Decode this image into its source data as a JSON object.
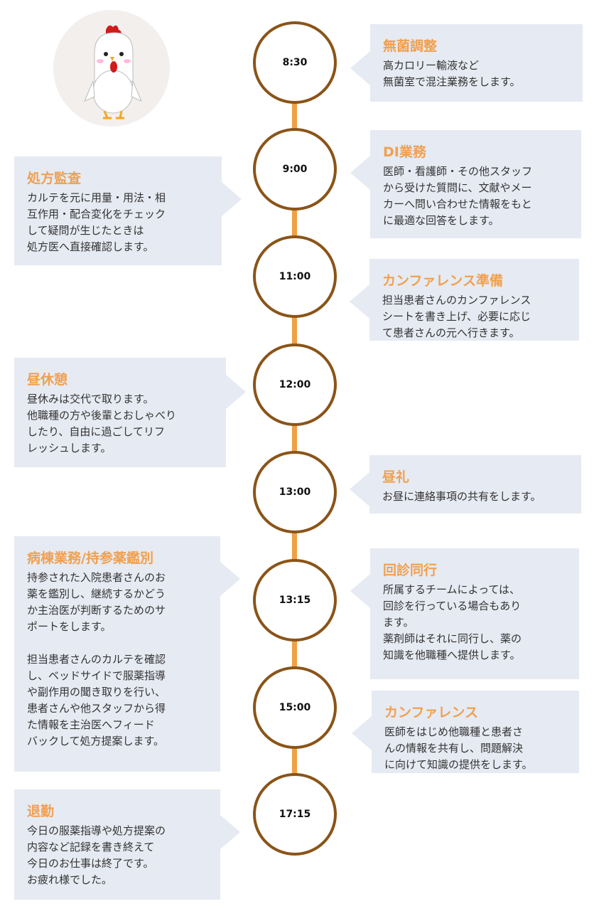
{
  "colors": {
    "accent": "#f0a050",
    "line": "#f0a045",
    "circle_border": "#8a5418",
    "box_bg": "#e6eaf2"
  },
  "mascot": "chicken-illustration",
  "items": [
    {
      "time": "8:30",
      "side": "right",
      "title": "無菌調整",
      "body": "高カロリー輸液など\n無菌室で混注業務をします。"
    },
    {
      "time": "9:00",
      "side": "right",
      "title": "DI業務",
      "body": "医師・看護師・その他スタッフ\nから受けた質問に、文献やメー\nカーへ問い合わせた情報をもと\nに最適な回答をします。"
    },
    {
      "time": "9:00",
      "side": "left",
      "title": "処方監査",
      "body": "カルテを元に用量・用法・相\n互作用・配合変化をチェック\nして疑問が生じたときは\n処方医へ直接確認します。"
    },
    {
      "time": "11:00",
      "side": "right",
      "title": "カンファレンス準備",
      "body": "担当患者さんのカンファレンス\nシートを書き上げ、必要に応じ\nて患者さんの元へ行きます。"
    },
    {
      "time": "12:00",
      "side": "left",
      "title": "昼休憩",
      "body": "昼休みは交代で取ります。\n他職種の方や後輩とおしゃべり\nしたり、自由に過ごしてリフ\nレッシュします。"
    },
    {
      "time": "13:00",
      "side": "right",
      "title": "昼礼",
      "body": "お昼に連絡事項の共有をします。"
    },
    {
      "time": "13:15",
      "side": "left",
      "title": "病棟業務/持参薬鑑別",
      "body": "持参された入院患者さんのお\n薬を鑑別し、継続するかどう\nか主治医が判断するためのサ\nポートをします。\n\n担当患者さんのカルテを確認\nし、ベッドサイドで服薬指導\nや副作用の聞き取りを行い、\n患者さんや他スタッフから得\nた情報を主治医へフィード\nバックして処方提案します。"
    },
    {
      "time": "13:15",
      "side": "right",
      "title": "回診同行",
      "body": "所属するチームによっては、\n回診を行っている場合もあり\nます。\n薬剤師はそれに同行し、薬の\n知識を他職種へ提供します。"
    },
    {
      "time": "15:00",
      "side": "right",
      "title": "カンファレンス",
      "body": "医師をはじめ他職種と患者さ\nんの情報を共有し、問題解決\nに向けて知識の提供をします。"
    },
    {
      "time": "17:15",
      "side": "left",
      "title": "退勤",
      "body": "今日の服薬指導や処方提案の\n内容など記録を書き終えて\n今日のお仕事は終了です。\nお疲れ様でした。"
    }
  ],
  "times": [
    "8:30",
    "9:00",
    "11:00",
    "12:00",
    "13:00",
    "13:15",
    "15:00",
    "17:15"
  ]
}
